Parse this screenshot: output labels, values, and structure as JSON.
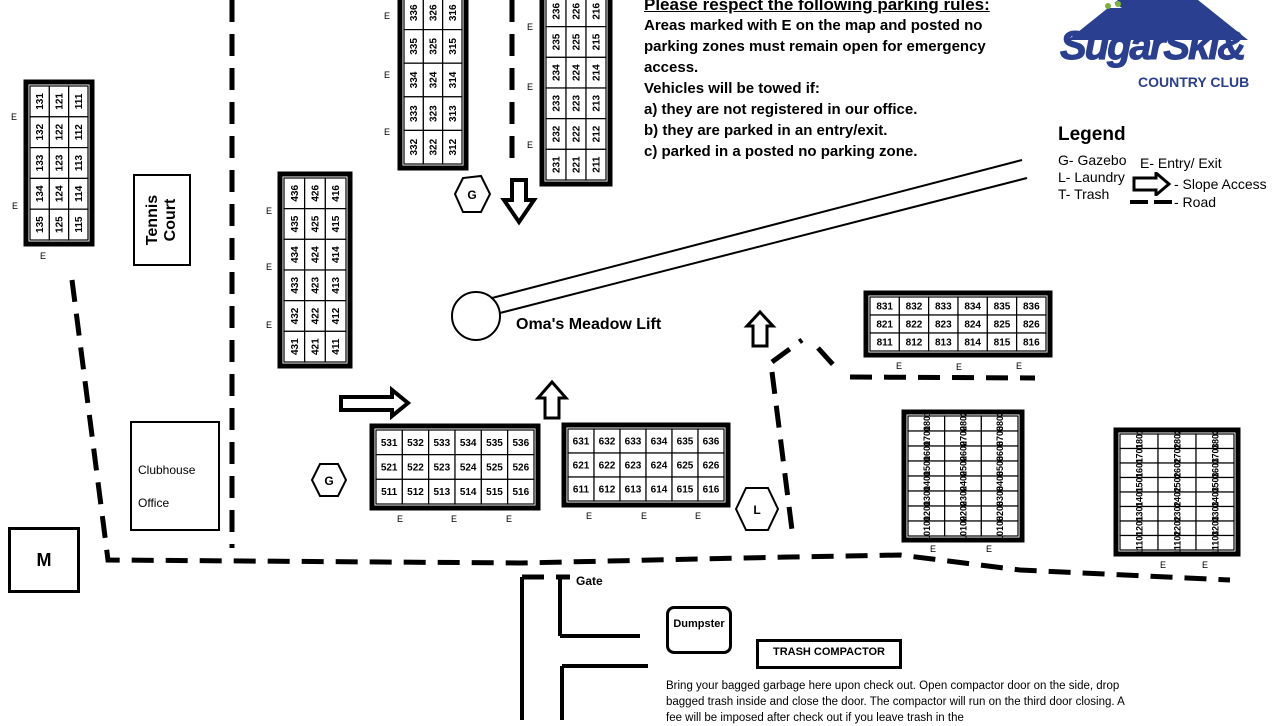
{
  "rules": {
    "heading": "Please respect the following parking rules:",
    "lines": [
      "Areas marked with E on the map and posted no",
      "parking zones must remain open for emergency",
      "access.",
      "Vehicles will be towed if:",
      "a) they are not registered in our office.",
      "b) they are parked in an entry/exit.",
      "c) parked in a posted no parking zone."
    ]
  },
  "logo": {
    "name": "SugarSki&",
    "subtitle": "COUNTRY CLUB"
  },
  "legend": {
    "title": "Legend",
    "items": [
      "G- Gazebo",
      "L- Laundry",
      "T- Trash",
      "E- Entry/ Exit",
      "- Slope Access",
      "- Road"
    ]
  },
  "labels": {
    "tennis": "Tennis Court",
    "clubhouse": "Clubhouse",
    "office": "Office",
    "maintenance": "M",
    "lift": "Oma's Meadow Lift",
    "gate": "Gate",
    "dumpster": "Dumpster",
    "compactor": "TRASH COMPACTOR",
    "gazebo": "G",
    "laundry": "L",
    "entry": "E"
  },
  "trash_instructions": "Bring your bagged garbage here upon check out. Open compactor door on the side, drop bagged trash inside and close the door.  The compactor will run on the third door closing.  A fee will be imposed after check out if you leave trash in the",
  "parking_blocks": {
    "b100": [
      [
        "131",
        "132",
        "133",
        "134",
        "135"
      ],
      [
        "121",
        "122",
        "123",
        "124",
        "125"
      ],
      [
        "111",
        "112",
        "113",
        "114",
        "115"
      ]
    ],
    "b300": [
      [
        "336",
        "335",
        "334",
        "333",
        "332"
      ],
      [
        "326",
        "325",
        "324",
        "323",
        "322"
      ],
      [
        "316",
        "315",
        "314",
        "313",
        "312"
      ]
    ],
    "b200": [
      [
        "236",
        "235",
        "234",
        "233",
        "232",
        "231"
      ],
      [
        "226",
        "225",
        "224",
        "223",
        "222",
        "221"
      ],
      [
        "216",
        "215",
        "214",
        "213",
        "212",
        "211"
      ]
    ],
    "b400": [
      [
        "436",
        "435",
        "434",
        "433",
        "432",
        "431"
      ],
      [
        "426",
        "425",
        "424",
        "423",
        "422",
        "421"
      ],
      [
        "416",
        "415",
        "414",
        "413",
        "412",
        "411"
      ]
    ],
    "b500": [
      [
        "531",
        "532",
        "533",
        "534",
        "535",
        "536"
      ],
      [
        "521",
        "522",
        "523",
        "524",
        "525",
        "526"
      ],
      [
        "511",
        "512",
        "513",
        "514",
        "515",
        "516"
      ]
    ],
    "b600": [
      [
        "631",
        "632",
        "633",
        "634",
        "635",
        "636"
      ],
      [
        "621",
        "622",
        "623",
        "624",
        "625",
        "626"
      ],
      [
        "611",
        "612",
        "613",
        "614",
        "615",
        "616"
      ]
    ],
    "b800": [
      [
        "831",
        "832",
        "833",
        "834",
        "835",
        "836"
      ],
      [
        "821",
        "822",
        "823",
        "824",
        "825",
        "826"
      ],
      [
        "811",
        "812",
        "813",
        "814",
        "815",
        "816"
      ]
    ],
    "b10000": [
      [
        "10801",
        "10701",
        "10601",
        "10501",
        "10401",
        "10301",
        "10201",
        "10101"
      ],
      [
        "10802",
        "10702",
        "10602",
        "10502",
        "10402",
        "10302",
        "10202",
        "10102"
      ],
      [
        "10803",
        "10703",
        "10603",
        "10503",
        "10403",
        "10303",
        "10203",
        "10103"
      ]
    ],
    "b11000": [
      [
        "11801",
        "11701",
        "11601",
        "11501",
        "11401",
        "11301",
        "11201",
        "11101"
      ],
      [
        "11802",
        "11702",
        "11602",
        "11502",
        "11402",
        "11302",
        "11202",
        "11102"
      ],
      [
        "11803",
        "11703",
        "11603",
        "11503",
        "11403",
        "11303",
        "11203",
        "11103"
      ]
    ]
  },
  "icons": {
    "slope_arrow": "slope-access-arrow-icon",
    "hexagon": "hexagon-icon"
  }
}
